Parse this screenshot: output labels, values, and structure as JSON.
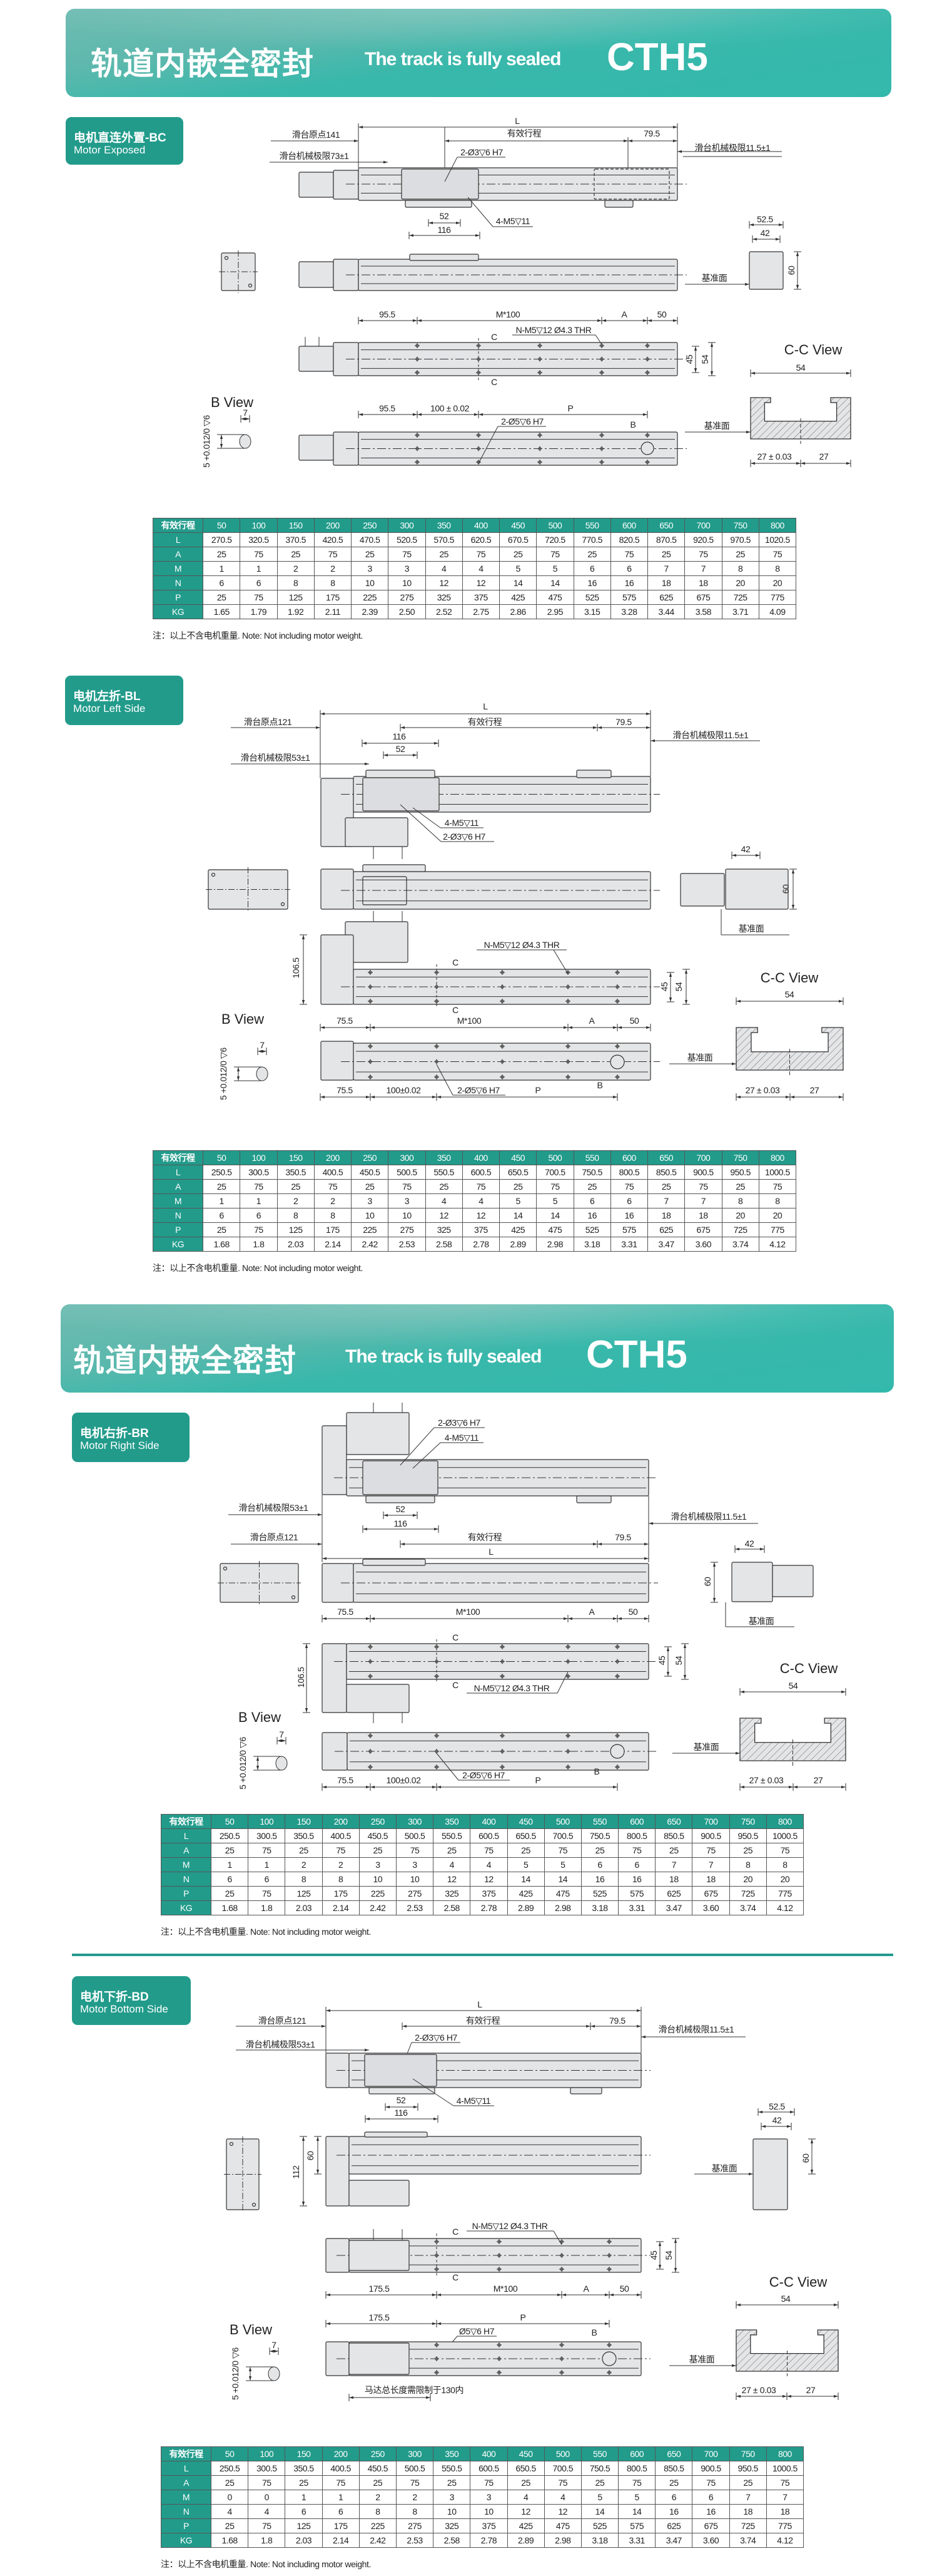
{
  "banners": [
    {
      "title_cn": "轨道内嵌全密封",
      "title_en": "The track is fully sealed",
      "model": "CTH5"
    },
    {
      "title_cn": "轨道内嵌全密封",
      "title_en": "The track is fully sealed",
      "model": "CTH5"
    }
  ],
  "sections": [
    {
      "label_cn": "电机直连外置-BC",
      "label_en": "Motor Exposed",
      "dims": {
        "L": "L",
        "origin": "滑台原点141",
        "stroke": "有效行程",
        "d79_5": "79.5",
        "limit_right": "滑台机械极限11.5±1",
        "limit_left": "滑台机械极限73±1",
        "pin_holes": "2-Ø3▽6 H7",
        "tap_holes": "4-M5▽11",
        "d52": "52",
        "d116": "116",
        "d52_5": "52.5",
        "d42": "42",
        "d60": "60",
        "datum": "基准面",
        "start": "95.5",
        "m100": "M*100",
        "A": "A",
        "d50": "50",
        "n_holes": "N-M5▽12 Ø4.3 THR",
        "c": "C",
        "d45": "45",
        "d54": "54",
        "cc_view": "C-C View",
        "cc_54": "54",
        "cc_datum": "基准面",
        "cc_27a": "27 ± 0.03",
        "cc_27b": "27",
        "start2": "95.5",
        "pitch": "100 ± 0.02",
        "P": "P",
        "pin5": "2-Ø5▽6 H7",
        "B": "B",
        "b_view": "B View",
        "b7": "7",
        "b_tol": "5 +0.012/0 ▽6"
      },
      "table": {
        "header": [
          "有效行程",
          "50",
          "100",
          "150",
          "200",
          "250",
          "300",
          "350",
          "400",
          "450",
          "500",
          "550",
          "600",
          "650",
          "700",
          "750",
          "800"
        ],
        "rows": [
          [
            "L",
            "270.5",
            "320.5",
            "370.5",
            "420.5",
            "470.5",
            "520.5",
            "570.5",
            "620.5",
            "670.5",
            "720.5",
            "770.5",
            "820.5",
            "870.5",
            "920.5",
            "970.5",
            "1020.5"
          ],
          [
            "A",
            "25",
            "75",
            "25",
            "75",
            "25",
            "75",
            "25",
            "75",
            "25",
            "75",
            "25",
            "75",
            "25",
            "75",
            "25",
            "75"
          ],
          [
            "M",
            "1",
            "1",
            "2",
            "2",
            "3",
            "3",
            "4",
            "4",
            "5",
            "5",
            "6",
            "6",
            "7",
            "7",
            "8",
            "8"
          ],
          [
            "N",
            "6",
            "6",
            "8",
            "8",
            "10",
            "10",
            "12",
            "12",
            "14",
            "14",
            "16",
            "16",
            "18",
            "18",
            "20",
            "20"
          ],
          [
            "P",
            "25",
            "75",
            "125",
            "175",
            "225",
            "275",
            "325",
            "375",
            "425",
            "475",
            "525",
            "575",
            "625",
            "675",
            "725",
            "775"
          ],
          [
            "KG",
            "1.65",
            "1.79",
            "1.92",
            "2.11",
            "2.39",
            "2.50",
            "2.52",
            "2.75",
            "2.86",
            "2.95",
            "3.15",
            "3.28",
            "3.44",
            "3.58",
            "3.71",
            "4.09"
          ]
        ]
      },
      "note": "注：以上不含电机重量. Note: Not including motor weight."
    },
    {
      "label_cn": "电机左折-BL",
      "label_en": "Motor Left Side",
      "dims": {
        "L": "L",
        "origin": "滑台原点121",
        "stroke": "有效行程",
        "d79_5": "79.5",
        "limit_right": "滑台机械极限11.5±1",
        "limit_left": "滑台机械极限53±1",
        "pin_holes": "2-Ø3▽6 H7",
        "tap_holes": "4-M5▽11",
        "d52": "52",
        "d116": "116",
        "d42": "42",
        "d60": "60",
        "datum": "基准面",
        "height": "106.5",
        "start": "75.5",
        "m100": "M*100",
        "A": "A",
        "d50": "50",
        "n_holes": "N-M5▽12 Ø4.3 THR",
        "c": "C",
        "d45": "45",
        "d54": "54",
        "cc_view": "C-C View",
        "cc_54": "54",
        "cc_datum": "基准面",
        "cc_27a": "27 ± 0.03",
        "cc_27b": "27",
        "start2": "75.5",
        "pitch": "100±0.02",
        "P": "P",
        "pin5": "2-Ø5▽6 H7",
        "B": "B",
        "b_view": "B View",
        "b7": "7",
        "b_tol": "5 +0.012/0 ▽6"
      },
      "table": {
        "header": [
          "有效行程",
          "50",
          "100",
          "150",
          "200",
          "250",
          "300",
          "350",
          "400",
          "450",
          "500",
          "550",
          "600",
          "650",
          "700",
          "750",
          "800"
        ],
        "rows": [
          [
            "L",
            "250.5",
            "300.5",
            "350.5",
            "400.5",
            "450.5",
            "500.5",
            "550.5",
            "600.5",
            "650.5",
            "700.5",
            "750.5",
            "800.5",
            "850.5",
            "900.5",
            "950.5",
            "1000.5"
          ],
          [
            "A",
            "25",
            "75",
            "25",
            "75",
            "25",
            "75",
            "25",
            "75",
            "25",
            "75",
            "25",
            "75",
            "25",
            "75",
            "25",
            "75"
          ],
          [
            "M",
            "1",
            "1",
            "2",
            "2",
            "3",
            "3",
            "4",
            "4",
            "5",
            "5",
            "6",
            "6",
            "7",
            "7",
            "8",
            "8"
          ],
          [
            "N",
            "6",
            "6",
            "8",
            "8",
            "10",
            "10",
            "12",
            "12",
            "14",
            "14",
            "16",
            "16",
            "18",
            "18",
            "20",
            "20"
          ],
          [
            "P",
            "25",
            "75",
            "125",
            "175",
            "225",
            "275",
            "325",
            "375",
            "425",
            "475",
            "525",
            "575",
            "625",
            "675",
            "725",
            "775"
          ],
          [
            "KG",
            "1.68",
            "1.8",
            "2.03",
            "2.14",
            "2.42",
            "2.53",
            "2.58",
            "2.78",
            "2.89",
            "2.98",
            "3.18",
            "3.31",
            "3.47",
            "3.60",
            "3.74",
            "4.12"
          ]
        ]
      },
      "note": "注：以上不含电机重量. Note: Not including motor weight."
    },
    {
      "label_cn": "电机右折-BR",
      "label_en": "Motor Right Side",
      "dims": {
        "L": "L",
        "origin": "滑台原点121",
        "stroke": "有效行程",
        "d79_5": "79.5",
        "limit_right": "滑台机械极限11.5±1",
        "limit_left": "滑台机械极限53±1",
        "pin_holes": "2-Ø3▽6 H7",
        "tap_holes": "4-M5▽11",
        "d52": "52",
        "d116": "116",
        "d42": "42",
        "d60": "60",
        "datum": "基准面",
        "height": "106.5",
        "start": "75.5",
        "m100": "M*100",
        "A": "A",
        "d50": "50",
        "n_holes": "N-M5▽12 Ø4.3 THR",
        "c": "C",
        "d45": "45",
        "d54": "54",
        "cc_view": "C-C View",
        "cc_54": "54",
        "cc_datum": "基准面",
        "cc_27a": "27 ± 0.03",
        "cc_27b": "27",
        "start2": "75.5",
        "pitch": "100±0.02",
        "P": "P",
        "pin5": "2-Ø5▽6 H7",
        "B": "B",
        "b_view": "B View",
        "b7": "7",
        "b_tol": "5 +0.012/0 ▽6"
      },
      "table": {
        "header": [
          "有效行程",
          "50",
          "100",
          "150",
          "200",
          "250",
          "300",
          "350",
          "400",
          "450",
          "500",
          "550",
          "600",
          "650",
          "700",
          "750",
          "800"
        ],
        "rows": [
          [
            "L",
            "250.5",
            "300.5",
            "350.5",
            "400.5",
            "450.5",
            "500.5",
            "550.5",
            "600.5",
            "650.5",
            "700.5",
            "750.5",
            "800.5",
            "850.5",
            "900.5",
            "950.5",
            "1000.5"
          ],
          [
            "A",
            "25",
            "75",
            "25",
            "75",
            "25",
            "75",
            "25",
            "75",
            "25",
            "75",
            "25",
            "75",
            "25",
            "75",
            "25",
            "75"
          ],
          [
            "M",
            "1",
            "1",
            "2",
            "2",
            "3",
            "3",
            "4",
            "4",
            "5",
            "5",
            "6",
            "6",
            "7",
            "7",
            "8",
            "8"
          ],
          [
            "N",
            "6",
            "6",
            "8",
            "8",
            "10",
            "10",
            "12",
            "12",
            "14",
            "14",
            "16",
            "16",
            "18",
            "18",
            "20",
            "20"
          ],
          [
            "P",
            "25",
            "75",
            "125",
            "175",
            "225",
            "275",
            "325",
            "375",
            "425",
            "475",
            "525",
            "575",
            "625",
            "675",
            "725",
            "775"
          ],
          [
            "KG",
            "1.68",
            "1.8",
            "2.03",
            "2.14",
            "2.42",
            "2.53",
            "2.58",
            "2.78",
            "2.89",
            "2.98",
            "3.18",
            "3.31",
            "3.47",
            "3.60",
            "3.74",
            "4.12"
          ]
        ]
      },
      "note": "注：以上不含电机重量. Note: Not including motor weight."
    },
    {
      "label_cn": "电机下折-BD",
      "label_en": "Motor Bottom Side",
      "dims": {
        "L": "L",
        "origin": "滑台原点121",
        "stroke": "有效行程",
        "d79_5": "79.5",
        "limit_right": "滑台机械极限11.5±1",
        "limit_left": "滑台机械极限53±1",
        "pin_holes": "2-Ø3▽6 H7",
        "tap_holes": "4-M5▽11",
        "d52": "52",
        "d116": "116",
        "d52_5": "52.5",
        "d42": "42",
        "d60": "60",
        "side60": "60",
        "height": "112",
        "datum": "基准面",
        "start": "175.5",
        "m100": "M*100",
        "A": "A",
        "d50": "50",
        "n_holes": "N-M5▽12 Ø4.3 THR",
        "c": "C",
        "d45": "45",
        "d54": "54",
        "cc_view": "C-C View",
        "cc_54": "54",
        "cc_datum": "基准面",
        "cc_27a": "27 ± 0.03",
        "cc_27b": "27",
        "start2": "175.5",
        "P": "P",
        "pin5": "Ø5▽6 H7",
        "B": "B",
        "b_view": "B View",
        "b7": "7",
        "b_tol": "5 +0.012/0 ▽6",
        "motor_note": "马达总长度需限制于130内"
      },
      "table": {
        "header": [
          "有效行程",
          "50",
          "100",
          "150",
          "200",
          "250",
          "300",
          "350",
          "400",
          "450",
          "500",
          "550",
          "600",
          "650",
          "700",
          "750",
          "800"
        ],
        "rows": [
          [
            "L",
            "250.5",
            "300.5",
            "350.5",
            "400.5",
            "450.5",
            "500.5",
            "550.5",
            "600.5",
            "650.5",
            "700.5",
            "750.5",
            "800.5",
            "850.5",
            "900.5",
            "950.5",
            "1000.5"
          ],
          [
            "A",
            "25",
            "75",
            "25",
            "75",
            "25",
            "75",
            "25",
            "75",
            "25",
            "75",
            "25",
            "75",
            "25",
            "75",
            "25",
            "75"
          ],
          [
            "M",
            "0",
            "0",
            "1",
            "1",
            "2",
            "2",
            "3",
            "3",
            "4",
            "4",
            "5",
            "5",
            "6",
            "6",
            "7",
            "7"
          ],
          [
            "N",
            "4",
            "4",
            "6",
            "6",
            "8",
            "8",
            "10",
            "10",
            "12",
            "12",
            "14",
            "14",
            "16",
            "16",
            "18",
            "18"
          ],
          [
            "P",
            "25",
            "75",
            "125",
            "175",
            "225",
            "275",
            "325",
            "375",
            "425",
            "475",
            "525",
            "575",
            "625",
            "675",
            "725",
            "775"
          ],
          [
            "KG",
            "1.68",
            "1.8",
            "2.03",
            "2.14",
            "2.42",
            "2.53",
            "2.58",
            "2.78",
            "2.89",
            "2.98",
            "3.18",
            "3.31",
            "3.47",
            "3.60",
            "3.74",
            "4.12"
          ]
        ]
      },
      "note": "注：以上不含电机重量. Note: Not including motor weight."
    }
  ],
  "colors": {
    "accent": "#229b8b",
    "banner": "#33b9ac",
    "part_fill": "#e4e5e7"
  }
}
